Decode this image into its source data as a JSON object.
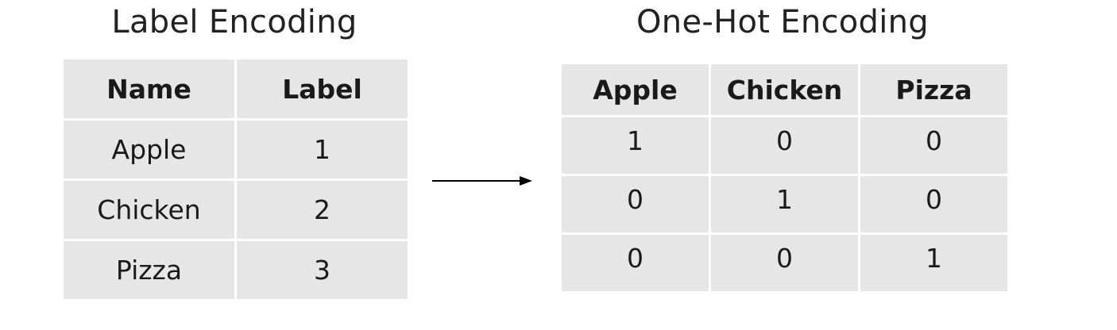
{
  "label_encoding": {
    "title": "Label Encoding",
    "headers": [
      "Name",
      "Label"
    ],
    "rows": [
      [
        "Apple",
        "1"
      ],
      [
        "Chicken",
        "2"
      ],
      [
        "Pizza",
        "3"
      ]
    ]
  },
  "one_hot_encoding": {
    "title": "One-Hot Encoding",
    "headers": [
      "Apple",
      "Chicken",
      "Pizza"
    ],
    "rows": [
      [
        "1",
        "0",
        "0"
      ],
      [
        "0",
        "1",
        "0"
      ],
      [
        "0",
        "0",
        "1"
      ]
    ]
  },
  "colors": {
    "cell_background": "#e7e6e6",
    "cell_border": "#ffffff",
    "arrow": "#000000"
  },
  "icons": {
    "transform_arrow": "right-arrow-icon"
  }
}
